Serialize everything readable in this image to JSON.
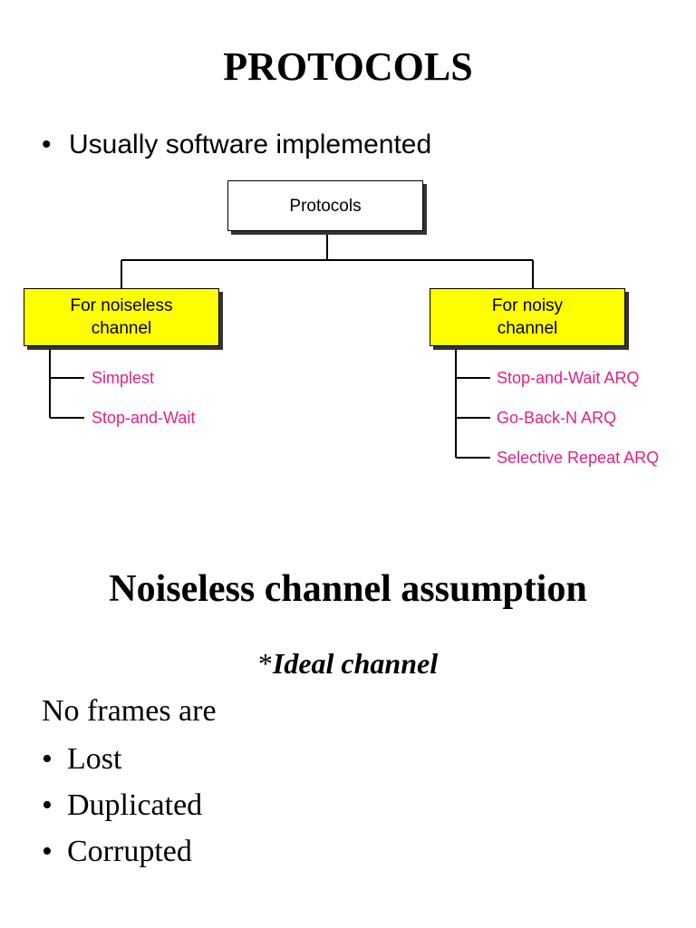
{
  "slide": {
    "title": "PROTOCOLS",
    "bullet": "Usually software implemented",
    "bullet_marker": "•"
  },
  "diagram": {
    "root": "Protocols",
    "noiseless": {
      "label_line1": "For noiseless",
      "label_line2": "channel",
      "items": [
        "Simplest",
        "Stop-and-Wait"
      ]
    },
    "noisy": {
      "label_line1": "For noisy",
      "label_line2": "channel",
      "items": [
        "Stop-and-Wait ARQ",
        "Go-Back-N ARQ",
        "Selective Repeat ARQ"
      ]
    },
    "colors": {
      "category_fill": "#ffff00",
      "leaf_text": "#e0218a"
    }
  },
  "section": {
    "heading": "Noiseless channel assumption",
    "ideal_prefix": "*",
    "ideal_text": "Ideal channel",
    "intro": "No frames are",
    "items": [
      "Lost",
      "Duplicated",
      "Corrupted"
    ]
  }
}
